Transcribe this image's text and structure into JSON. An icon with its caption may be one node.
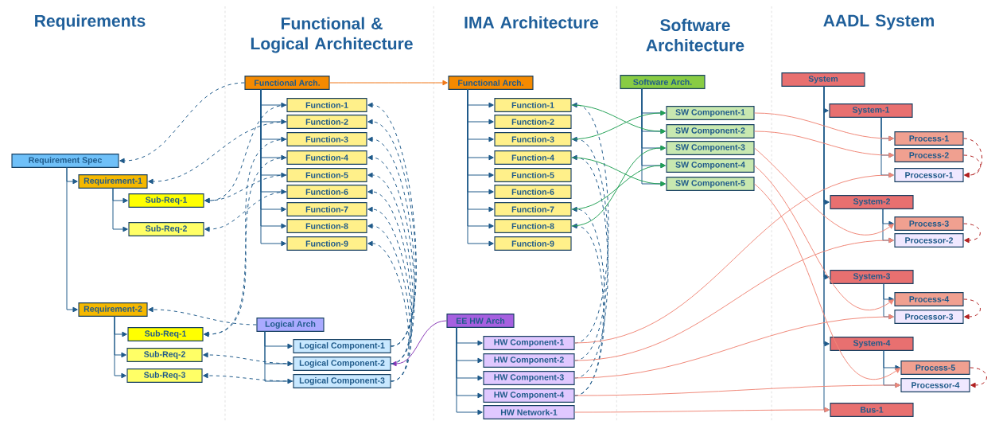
{
  "diagram": {
    "nodes": [
      {
        "text": [
          "Requirement Spec"
        ]
      },
      {
        "text": [
          "Requirement-1"
        ]
      },
      {
        "text": [
          "Sub-Req-1"
        ]
      },
      {
        "text": [
          "Sub-Req-2"
        ]
      },
      {
        "text": [
          "Requirement-2"
        ]
      },
      {
        "text": [
          "Sub-Req-1"
        ]
      },
      {
        "text": [
          "Sub-Req-2"
        ]
      },
      {
        "text": [
          "Sub-Req-3"
        ]
      },
      {
        "text": [
          "Functional Arch."
        ]
      },
      {
        "text": [
          "Function-1"
        ]
      },
      {
        "text": [
          "Function-2"
        ]
      },
      {
        "text": [
          "Function-3"
        ]
      },
      {
        "text": [
          "Function-4"
        ]
      },
      {
        "text": [
          "Function-5"
        ]
      },
      {
        "text": [
          "Function-6"
        ]
      },
      {
        "text": [
          "Function-7"
        ]
      },
      {
        "text": [
          "Function-8"
        ]
      },
      {
        "text": [
          "Function-9"
        ]
      },
      {
        "text": [
          "Logical Arch"
        ]
      },
      {
        "text": [
          "Logical Component-1"
        ]
      },
      {
        "text": [
          "Logical Component-2"
        ]
      },
      {
        "text": [
          "Logical Component-3"
        ]
      },
      {
        "text": [
          "Functional Arch."
        ]
      },
      {
        "text": [
          "Function-1"
        ]
      },
      {
        "text": [
          "Function-2"
        ]
      },
      {
        "text": [
          "Function-3"
        ]
      },
      {
        "text": [
          "Function-4"
        ]
      },
      {
        "text": [
          "Function-5"
        ]
      },
      {
        "text": [
          "Function-6"
        ]
      },
      {
        "text": [
          "Function-7"
        ]
      },
      {
        "text": [
          "Function-8"
        ]
      },
      {
        "text": [
          "Function-9"
        ]
      },
      {
        "text": [
          "EE HW Arch"
        ]
      },
      {
        "text": [
          "HW Component-1"
        ]
      },
      {
        "text": [
          "HW Component-2"
        ]
      },
      {
        "text": [
          "HW Component-3"
        ]
      },
      {
        "text": [
          "HW Component-4"
        ]
      },
      {
        "text": [
          "HW Network-1"
        ]
      },
      {
        "text": [
          "Software Arch."
        ]
      },
      {
        "text": [
          "SW Component-1"
        ]
      },
      {
        "text": [
          "SW Component-2"
        ]
      },
      {
        "text": [
          "SW Component-3"
        ]
      },
      {
        "text": [
          "SW Component-4"
        ]
      },
      {
        "text": [
          "SW Component-5"
        ]
      },
      {
        "text": [
          "System"
        ]
      },
      {
        "text": [
          "System-1"
        ]
      },
      {
        "text": [
          "Process-1"
        ]
      },
      {
        "text": [
          "Process-2"
        ]
      },
      {
        "text": [
          "Processor-1"
        ]
      },
      {
        "text": [
          "System-2"
        ]
      },
      {
        "text": [
          "Process-3"
        ]
      },
      {
        "text": [
          "Processor-2"
        ]
      },
      {
        "text": [
          "System-3"
        ]
      },
      {
        "text": [
          "Process-4"
        ]
      },
      {
        "text": [
          "Processor-3"
        ]
      },
      {
        "text": [
          "System-4"
        ]
      },
      {
        "text": [
          "Process-5"
        ]
      },
      {
        "text": [
          "Processor-4"
        ]
      },
      {
        "text": [
          "Bus-1"
        ]
      }
    ],
    "edges": [
      {
        "from": 0,
        "to": 1,
        "arrow": "to"
      },
      {
        "from": 0,
        "to": 4,
        "arrow": "to"
      },
      {
        "from": 1,
        "to": 2,
        "arrow": "to"
      },
      {
        "from": 1,
        "to": 3,
        "arrow": "to"
      },
      {
        "from": 4,
        "to": 5,
        "arrow": "to"
      },
      {
        "from": 4,
        "to": 6,
        "arrow": "to"
      },
      {
        "from": 4,
        "to": 7,
        "arrow": "to"
      },
      {
        "from": 8,
        "to": 9,
        "arrow": "to"
      },
      {
        "from": 8,
        "to": 10,
        "arrow": "to"
      },
      {
        "from": 8,
        "to": 11,
        "arrow": "to"
      },
      {
        "from": 8,
        "to": 12,
        "arrow": "to"
      },
      {
        "from": 8,
        "to": 13,
        "arrow": "to"
      },
      {
        "from": 8,
        "to": 14,
        "arrow": "to"
      },
      {
        "from": 8,
        "to": 15,
        "arrow": "to"
      },
      {
        "from": 8,
        "to": 16,
        "arrow": "to"
      },
      {
        "from": 8,
        "to": 17,
        "arrow": "to"
      },
      {
        "from": 18,
        "to": 19,
        "arrow": "to"
      },
      {
        "from": 18,
        "to": 20,
        "arrow": "to"
      },
      {
        "from": 18,
        "to": 21,
        "arrow": "to"
      },
      {
        "from": 22,
        "to": 23,
        "arrow": "to"
      },
      {
        "from": 22,
        "to": 24,
        "arrow": "to"
      },
      {
        "from": 22,
        "to": 25,
        "arrow": "to"
      },
      {
        "from": 22,
        "to": 26,
        "arrow": "to"
      },
      {
        "from": 22,
        "to": 27,
        "arrow": "to"
      },
      {
        "from": 22,
        "to": 28,
        "arrow": "to"
      },
      {
        "from": 22,
        "to": 29,
        "arrow": "to"
      },
      {
        "from": 22,
        "to": 30,
        "arrow": "to"
      },
      {
        "from": 22,
        "to": 31,
        "arrow": "to"
      },
      {
        "from": 32,
        "to": 33,
        "arrow": "to"
      },
      {
        "from": 32,
        "to": 34,
        "arrow": "to"
      },
      {
        "from": 32,
        "to": 35,
        "arrow": "to"
      },
      {
        "from": 32,
        "to": 36,
        "arrow": "to"
      },
      {
        "from": 32,
        "to": 37,
        "arrow": "to"
      },
      {
        "from": 38,
        "to": 39,
        "arrow": "to"
      },
      {
        "from": 38,
        "to": 40,
        "arrow": "to"
      },
      {
        "from": 38,
        "to": 41,
        "arrow": "to"
      },
      {
        "from": 38,
        "to": 42,
        "arrow": "to"
      },
      {
        "from": 38,
        "to": 43,
        "arrow": "to"
      },
      {
        "from": 44,
        "to": 45,
        "arrow": "to"
      },
      {
        "from": 44,
        "to": 49,
        "arrow": "to"
      },
      {
        "from": 44,
        "to": 52,
        "arrow": "to"
      },
      {
        "from": 44,
        "to": 55,
        "arrow": "to"
      },
      {
        "from": 44,
        "to": 58,
        "arrow": "to"
      },
      {
        "from": 45,
        "to": 46,
        "arrow": "to"
      },
      {
        "from": 45,
        "to": 47,
        "arrow": "to"
      },
      {
        "from": 45,
        "to": 48,
        "arrow": "to"
      },
      {
        "from": 49,
        "to": 50,
        "arrow": "to"
      },
      {
        "from": 49,
        "to": 51,
        "arrow": "to"
      },
      {
        "from": 52,
        "to": 53,
        "arrow": "to"
      },
      {
        "from": 52,
        "to": 54,
        "arrow": "to"
      },
      {
        "from": 55,
        "to": 56,
        "arrow": "to"
      },
      {
        "from": 55,
        "to": 57,
        "arrow": "to"
      },
      {
        "from": 8,
        "to": 22,
        "arrow": "to",
        "color": "#f07818"
      },
      {
        "from": 32,
        "to": 20,
        "arrow": "to",
        "color": "#8a3ab8"
      },
      {
        "from": 8,
        "to": 0,
        "arrow": "to",
        "style": "dashed"
      },
      {
        "from": 10,
        "to": 1,
        "arrow": "to",
        "style": "dashed"
      },
      {
        "from": 9,
        "to": 2,
        "arrow": "to",
        "style": "dashed"
      },
      {
        "from": 13,
        "to": 2,
        "arrow": "to",
        "style": "dashed"
      },
      {
        "from": 14,
        "to": 3,
        "arrow": "to",
        "style": "dashed"
      },
      {
        "from": 18,
        "to": 4,
        "arrow": "to",
        "style": "dashed"
      },
      {
        "from": 11,
        "to": 5,
        "arrow": "to",
        "style": "dashed"
      },
      {
        "from": 12,
        "to": 5,
        "arrow": "to",
        "style": "dashed"
      },
      {
        "from": 20,
        "to": 6,
        "arrow": "to",
        "style": "dashed"
      },
      {
        "from": 21,
        "to": 7,
        "arrow": "to",
        "style": "dashed"
      },
      {
        "from": 19,
        "to": 9,
        "arrow": "to",
        "style": "dashed"
      },
      {
        "from": 19,
        "to": 10,
        "arrow": "to",
        "style": "dashed"
      },
      {
        "from": 19,
        "to": 11,
        "arrow": "to",
        "style": "dashed"
      },
      {
        "from": 20,
        "to": 12,
        "arrow": "to",
        "style": "dashed"
      },
      {
        "from": 20,
        "to": 13,
        "arrow": "to",
        "style": "dashed"
      },
      {
        "from": 20,
        "to": 14,
        "arrow": "to",
        "style": "dashed"
      },
      {
        "from": 21,
        "to": 15,
        "arrow": "to",
        "style": "dashed"
      },
      {
        "from": 21,
        "to": 16,
        "arrow": "to",
        "style": "dashed"
      },
      {
        "from": 21,
        "to": 17,
        "arrow": "to",
        "style": "dashed"
      },
      {
        "from": 33,
        "to": 23,
        "arrow": "to",
        "style": "dashed"
      },
      {
        "from": 34,
        "to": 25,
        "arrow": "to",
        "style": "dashed"
      },
      {
        "from": 35,
        "to": 26,
        "arrow": "to",
        "style": "dashed"
      },
      {
        "from": 36,
        "to": 29,
        "arrow": "to",
        "style": "dashed"
      },
      {
        "from": 36,
        "to": 30,
        "arrow": "to",
        "style": "dashed"
      },
      {
        "from": 23,
        "to": 40,
        "arrow": "to",
        "color": "#22a055"
      },
      {
        "from": 25,
        "to": 39,
        "arrow": "to",
        "color": "#22a055"
      },
      {
        "from": 26,
        "to": 43,
        "arrow": "to",
        "color": "#22a055"
      },
      {
        "from": 29,
        "to": 42,
        "arrow": "to",
        "color": "#22a055"
      },
      {
        "from": 30,
        "to": 41,
        "arrow": "to",
        "color": "#22a055"
      },
      {
        "from": 39,
        "to": 46,
        "arrow": "to",
        "color": "#f08878"
      },
      {
        "from": 40,
        "to": 47,
        "arrow": "to",
        "color": "#f08878"
      },
      {
        "from": 41,
        "to": 50,
        "arrow": "to",
        "color": "#f08878"
      },
      {
        "from": 42,
        "to": 53,
        "arrow": "to",
        "color": "#f08878"
      },
      {
        "from": 43,
        "to": 56,
        "arrow": "to",
        "color": "#f08878"
      },
      {
        "from": 33,
        "to": 48,
        "arrow": "to",
        "color": "#f08878"
      },
      {
        "from": 34,
        "to": 51,
        "arrow": "to",
        "color": "#f08878"
      },
      {
        "from": 35,
        "to": 54,
        "arrow": "to",
        "color": "#f08878"
      },
      {
        "from": 36,
        "to": 57,
        "arrow": "to",
        "color": "#f08878"
      },
      {
        "from": 37,
        "to": 58,
        "arrow": "to",
        "color": "#f08878"
      },
      {
        "from": 46,
        "to": 48,
        "arrow": "to",
        "style": "dashed",
        "color": "#b02020"
      },
      {
        "from": 47,
        "to": 48,
        "arrow": "to",
        "style": "dashed",
        "color": "#b02020"
      },
      {
        "from": 50,
        "to": 51,
        "arrow": "to",
        "style": "dashed",
        "color": "#b02020"
      },
      {
        "from": 53,
        "to": 54,
        "arrow": "to",
        "style": "dashed",
        "color": "#b02020"
      },
      {
        "from": 56,
        "to": 57,
        "arrow": "to",
        "style": "dashed",
        "color": "#b02020"
      }
    ],
    "labels": [
      "Requirements",
      "Functional & Logical Architecture",
      "IMA Architecture",
      "Software Architecture",
      "AADL System"
    ]
  }
}
